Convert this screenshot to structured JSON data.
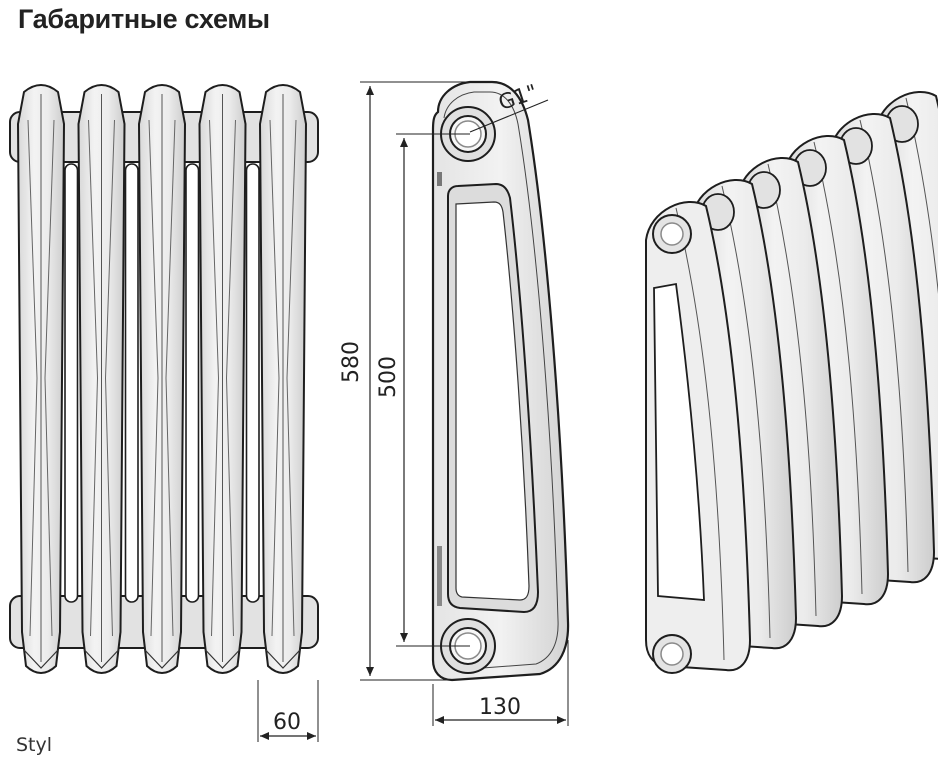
{
  "header": {
    "title": "Габаритные схемы"
  },
  "footer": {
    "model": "Styl"
  },
  "dimensions": {
    "overall_height": "580",
    "axis_distance": "500",
    "depth": "130",
    "section_width": "60",
    "thread": "G1\""
  },
  "colors": {
    "body_fill": "#e7e7e7",
    "body_light": "#f4f4f4",
    "body_shadow": "#cfcfcf",
    "outline": "#1e1e1e",
    "bore": "#8a8a8a"
  },
  "views": {
    "front": {
      "sections": 5
    },
    "side": {},
    "isometric": {
      "sections": 6
    }
  }
}
